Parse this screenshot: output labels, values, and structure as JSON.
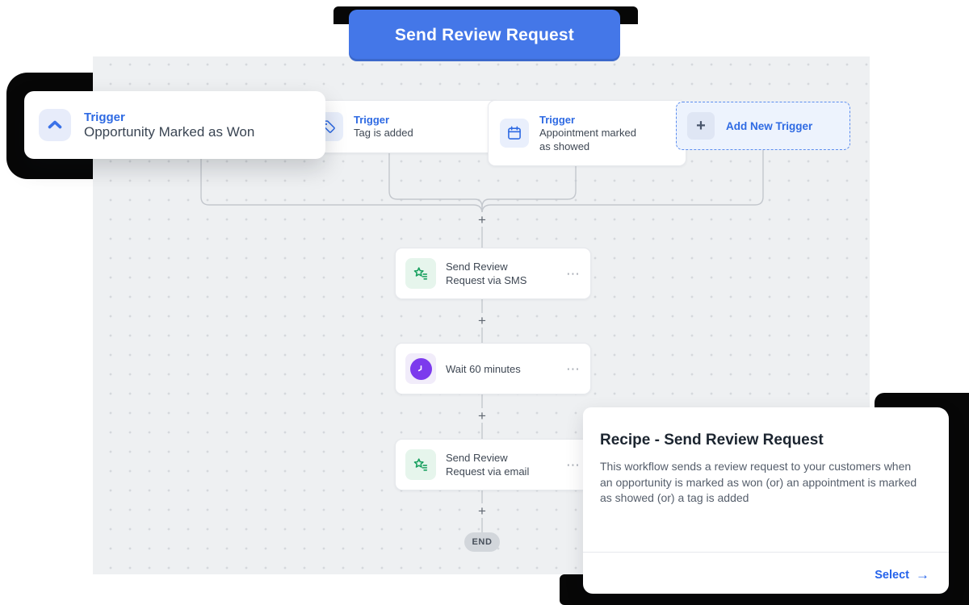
{
  "colors": {
    "accent_blue": "#4477e8",
    "trigger_blue": "#2e6ae3",
    "canvas_bg": "#eef0f2",
    "green_icon": "#18a05f",
    "purple_icon": "#7c3aed",
    "black_accent": "#070707"
  },
  "header_button": {
    "label": "Send Review Request"
  },
  "triggers": [
    {
      "label": "Trigger",
      "title": "Opportunity Marked as Won",
      "icon": "chevron-up-icon"
    },
    {
      "label": "Trigger",
      "title": "Tag is added",
      "icon": "tag-icon"
    },
    {
      "label": "Trigger",
      "title": "Appointment marked as showed",
      "icon": "calendar-icon"
    }
  ],
  "add_trigger": {
    "label": "Add New Trigger",
    "plus": "+"
  },
  "actions": [
    {
      "title": "Send Review Request via SMS",
      "icon": "review-star-icon",
      "menu": "⋯"
    },
    {
      "title": "Wait 60 minutes",
      "icon": "clock-icon",
      "menu": "⋯"
    },
    {
      "title": "Send Review Request via email",
      "icon": "review-star-icon",
      "menu": "⋯"
    }
  ],
  "connectors": {
    "plus": "+"
  },
  "end_label": "END",
  "recipe_card": {
    "title": "Recipe - Send Review Request",
    "description": "This workflow sends a review request to your customers when an opportunity is marked as won (or) an appointment is marked as showed (or) a tag is added",
    "select_label": "Select",
    "arrow": "→"
  }
}
